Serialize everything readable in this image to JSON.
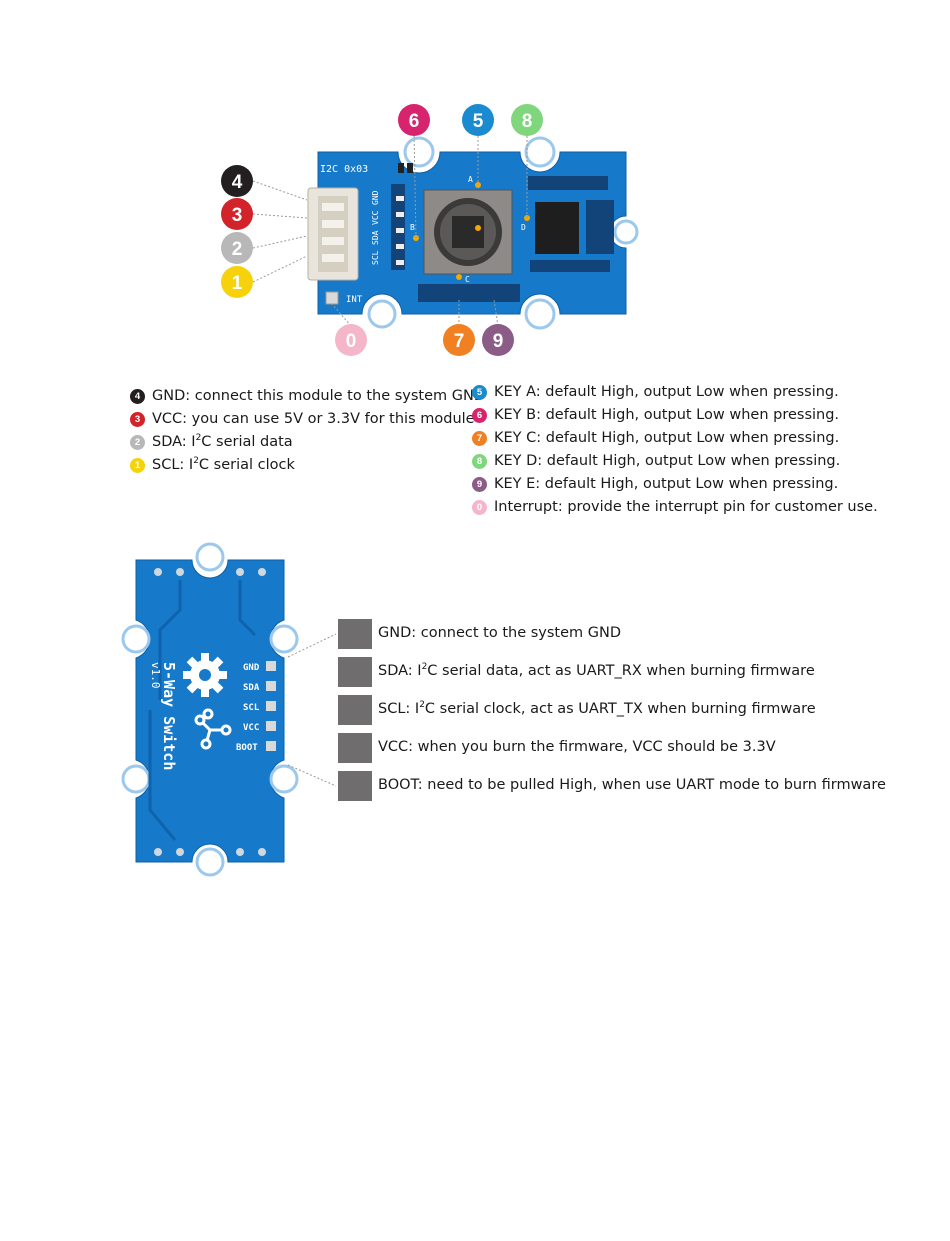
{
  "top_board": {
    "silkscreen": {
      "address": "I2C 0x03",
      "pins": [
        "SCL",
        "SDA",
        "VCC",
        "GND"
      ],
      "int": "INT",
      "keys": [
        "A",
        "B",
        "C",
        "D"
      ]
    },
    "callouts": [
      {
        "num": "4",
        "color": "#231f20"
      },
      {
        "num": "3",
        "color": "#d2232a"
      },
      {
        "num": "2",
        "color": "#b8b8b8"
      },
      {
        "num": "1",
        "color": "#f5d20c"
      },
      {
        "num": "6",
        "color": "#d6246e"
      },
      {
        "num": "5",
        "color": "#1b8bcf"
      },
      {
        "num": "8",
        "color": "#7fd67c"
      },
      {
        "num": "0",
        "color": "#f4b6c8"
      },
      {
        "num": "7",
        "color": "#f08021"
      },
      {
        "num": "9",
        "color": "#8b5c86"
      }
    ]
  },
  "legend_left": [
    {
      "num": "4",
      "color": "#231f20",
      "pre": "GND: connect this module to the system GND",
      "sup": "",
      "post": ""
    },
    {
      "num": "3",
      "color": "#d2232a",
      "pre": "VCC: you can use 5V or 3.3V for this module",
      "sup": "",
      "post": ""
    },
    {
      "num": "2",
      "color": "#b8b8b8",
      "pre": "SDA: I",
      "sup": "2",
      "post": "C serial data"
    },
    {
      "num": "1",
      "color": "#f5d20c",
      "pre": "SCL: I",
      "sup": "2",
      "post": "C serial clock"
    }
  ],
  "legend_right": [
    {
      "num": "5",
      "color": "#1b8bcf",
      "text": "KEY A: default High, output Low when pressing."
    },
    {
      "num": "6",
      "color": "#d6246e",
      "text": "KEY B: default High, output Low when pressing."
    },
    {
      "num": "7",
      "color": "#f08021",
      "text": "KEY C: default High, output Low when pressing."
    },
    {
      "num": "8",
      "color": "#7fd67c",
      "text": "KEY D: default High, output Low when pressing."
    },
    {
      "num": "9",
      "color": "#8b5c86",
      "text": "KEY E: default High, output Low when pressing."
    },
    {
      "num": "0",
      "color": "#f4b6c8",
      "text": "Interrupt: provide the interrupt pin for customer use."
    }
  ],
  "bottom_board": {
    "title": "5-Way Switch",
    "version": "v1.0",
    "pins": [
      "GND",
      "SDA",
      "SCL",
      "VCC",
      "BOOT"
    ]
  },
  "pin_descriptions": [
    {
      "pre": "GND: connect to the system GND",
      "sup": "",
      "post": ""
    },
    {
      "pre": "SDA: I",
      "sup": "2",
      "post": "C serial data, act as UART_RX when burning firmware"
    },
    {
      "pre": "SCL: I",
      "sup": "2",
      "post": "C serial clock, act as UART_TX when burning firmware"
    },
    {
      "pre": "VCC: when you burn the firmware, VCC should be 3.3V",
      "sup": "",
      "post": ""
    },
    {
      "pre": "BOOT: need to be pulled High, when use UART mode to burn firmware",
      "sup": "",
      "post": ""
    }
  ]
}
